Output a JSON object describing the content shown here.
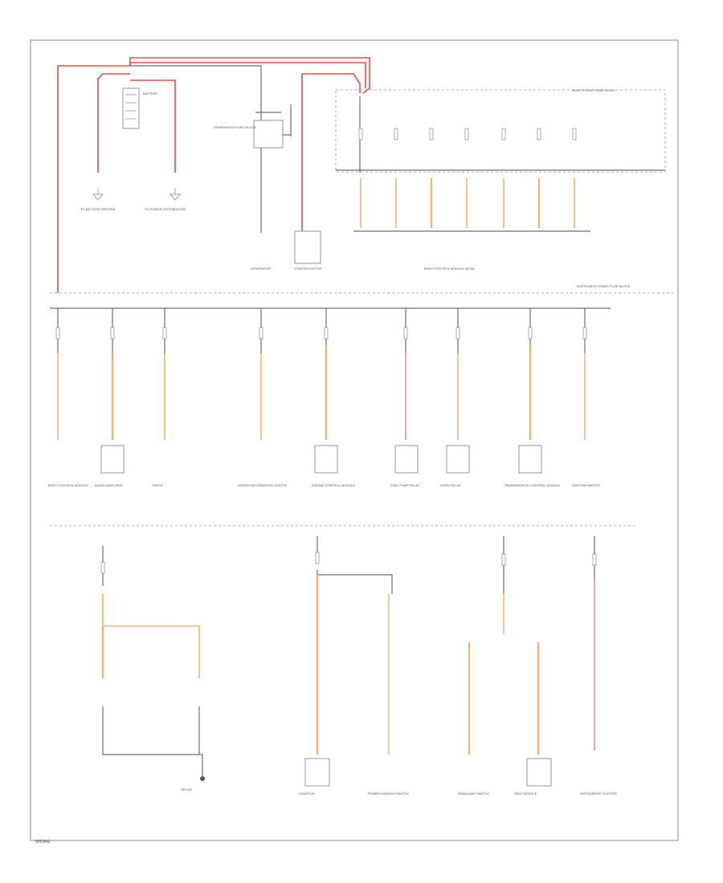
{
  "colors": {
    "red_wire": "#f04a4a",
    "orange_wire": "#f6b36b",
    "pink_wire": "#f58aa5",
    "black_wire": "#555555"
  },
  "labels": {
    "battery": "BATTERY",
    "generator": "GENERATOR",
    "starter": "STARTER MOTOR",
    "bcm": "BODY CONTROL MODULE (BCM)",
    "top_left_ground": "TO BATTERY GROUND",
    "top_mid_ground": "TO POWER DISTRIBUTION",
    "underhood_box": "UNDERHOOD FUSE BLOCK",
    "right_fuse_block": "RIGHT FRONT FUSE BLOCK",
    "ip_fuse_block": "INSTRUMENT PANEL FUSE BLOCK"
  },
  "bottom_row1": [
    "BODY CONTROL MODULE",
    "AUDIO AMPLIFIER",
    "RADIO",
    "DRIVER INFORMATION CENTER",
    "ENGINE CONTROL MODULE",
    "FUEL PUMP RELAY",
    "HORN RELAY",
    "TRANSMISSION CONTROL MODULE",
    "IGNITION SWITCH"
  ],
  "bottom_row2": [
    "SUNROOF",
    "POWER WINDOW SWITCH",
    "HEADLAMP SWITCH",
    "SEAT MODULE",
    "INSTRUMENT CLUSTER",
    "SPLICE"
  ],
  "footer_code": "W/DIAG"
}
